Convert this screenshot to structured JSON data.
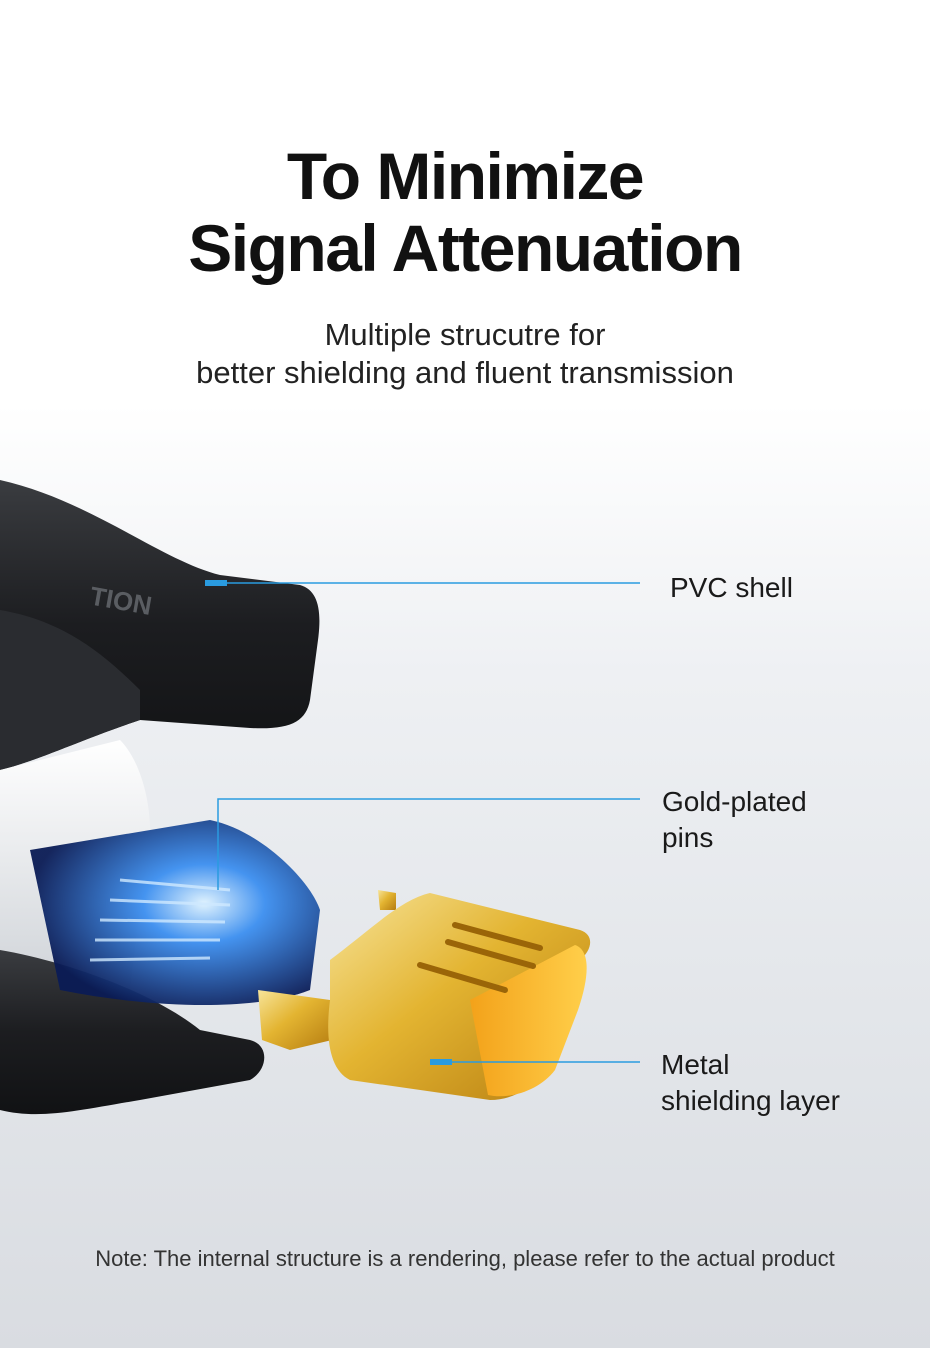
{
  "title": {
    "line1": "To Minimize",
    "line2": "Signal Attenuation"
  },
  "subtitle": {
    "line1": "Multiple strucutre for",
    "line2": "better shielding and fluent transmission"
  },
  "callouts": {
    "pvc_shell": "PVC shell",
    "gold_pins_line1": "Gold-plated",
    "gold_pins_line2": "pins",
    "metal_line1": "Metal",
    "metal_line2": "shielding layer"
  },
  "note": "Note: The internal structure is a rendering, please refer to the actual product",
  "colors": {
    "callout_line": "#2a9be0",
    "shell": "#1e1f22",
    "gold": "#e7b42c"
  }
}
